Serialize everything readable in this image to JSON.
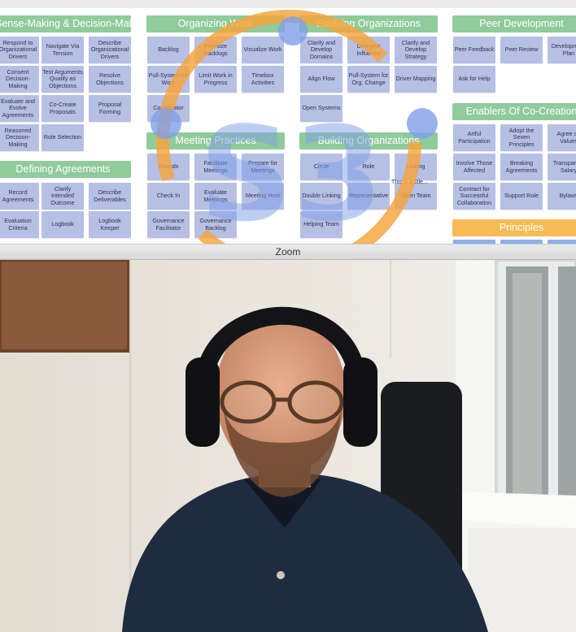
{
  "window_title": "Zoom",
  "colors": {
    "header_green": "#8fcb9b",
    "header_orange": "#f6bb55",
    "card_blue": "#b6bfe4",
    "logo_orange": "#f6a33a",
    "logo_blue": "#7f9fe8"
  },
  "logo": {
    "text": "S3"
  },
  "columns": {
    "sense_making": {
      "title": "Sense-Making & Decision-Making",
      "cards": [
        "Respond to Organizational Drivers",
        "Navigate Via Tension",
        "Describe Organizational Drivers",
        "Consent Decision-Making",
        "Test Arguments Qualify as Objections",
        "Resolve Objections",
        "Evaluate and Evolve Agreements",
        "Co-Create Proposals",
        "Proposal Forming",
        "Reasoned Decision-Making",
        "Role Selection"
      ]
    },
    "defining_agreements": {
      "title": "Defining Agreements",
      "cards": [
        "Record Agreements",
        "Clarify Intended Outcome",
        "Describe Deliverables",
        "Evaluation Criteria",
        "Logbook",
        "Logbook Keeper"
      ]
    },
    "organizing_work": {
      "title": "Organizing Work",
      "cards": [
        "Backlog",
        "Prioritize Backlogs",
        "Visualize Work",
        "Pull-System for Work",
        "Limit Work in Progress",
        "Timebox Activities",
        "Coordinator"
      ]
    },
    "meeting_practices": {
      "title": "Meeting Practices",
      "cards": [
        "Rounds",
        "Facilitate Meetings",
        "Prepare for Meetings",
        "Check In",
        "Evaluate Meetings",
        "Meeting Host",
        "Governance Facilitator",
        "Governance Backlog"
      ]
    },
    "evolving_organizations": {
      "title": "Evolving Organizations",
      "cards": [
        "Clarify and Develop Domains",
        "Delegate Influence",
        "Clarify and Develop Strategy",
        "Align Flow",
        "Pull-System for Org. Change",
        "Driver Mapping",
        "Open Systems"
      ]
    },
    "building_organizations": {
      "title": "Building Organizations",
      "cards": [
        "Circle",
        "Role",
        "Linking",
        "Double Linking",
        "Representative",
        "Open Team",
        "Helping Team"
      ],
      "card_overlay": "This is a title..."
    },
    "peer_development": {
      "title": "Peer Development",
      "cards": [
        "Peer Feedback",
        "Peer Review",
        "Development Plan",
        "Ask for Help"
      ]
    },
    "enablers": {
      "title": "Enablers Of Co-Creation",
      "cards": [
        "Artful Participation",
        "Adopt the Seven Principles",
        "Agree on Values",
        "Involve Those Affected",
        "Breaking Agreements",
        "Transparent Salary",
        "Contract for Successful Collaboration",
        "Support Role",
        "Bylaws"
      ]
    },
    "principles": {
      "title": "Principles"
    }
  }
}
